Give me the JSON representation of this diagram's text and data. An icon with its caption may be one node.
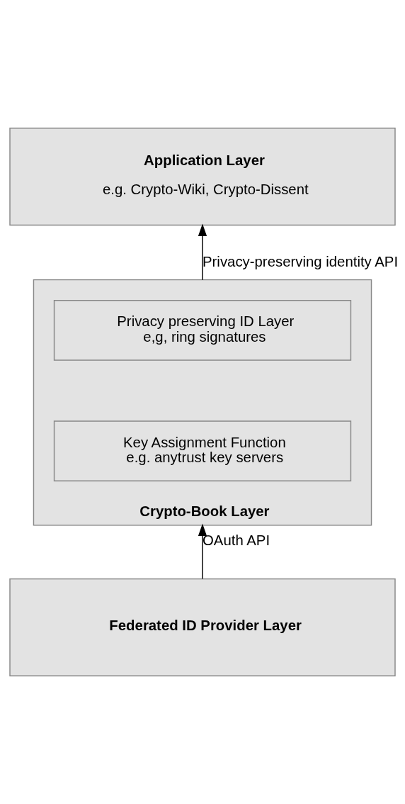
{
  "diagram": {
    "nodes": [
      {
        "text": [
          "Application Layer",
          "e.g. Crypto-Wiki, Crypto-Dissent"
        ]
      },
      {
        "text": [
          "Crypto-Book Layer"
        ]
      },
      {
        "text": [
          "Privacy preserving ID Layer",
          "e,g, ring signatures"
        ],
        "in": 1
      },
      {
        "text": [
          "Key Assignment Function",
          "e.g. anytrust key servers"
        ],
        "in": 1
      },
      {
        "text": [
          "Federated ID Provider Layer"
        ]
      }
    ],
    "edges": [
      {
        "from": 1,
        "to": 0,
        "arrow": "to",
        "label": "Privacy-preserving identity API"
      },
      {
        "from": 4,
        "to": 1,
        "arrow": "to",
        "label": "OAuth API"
      }
    ]
  }
}
